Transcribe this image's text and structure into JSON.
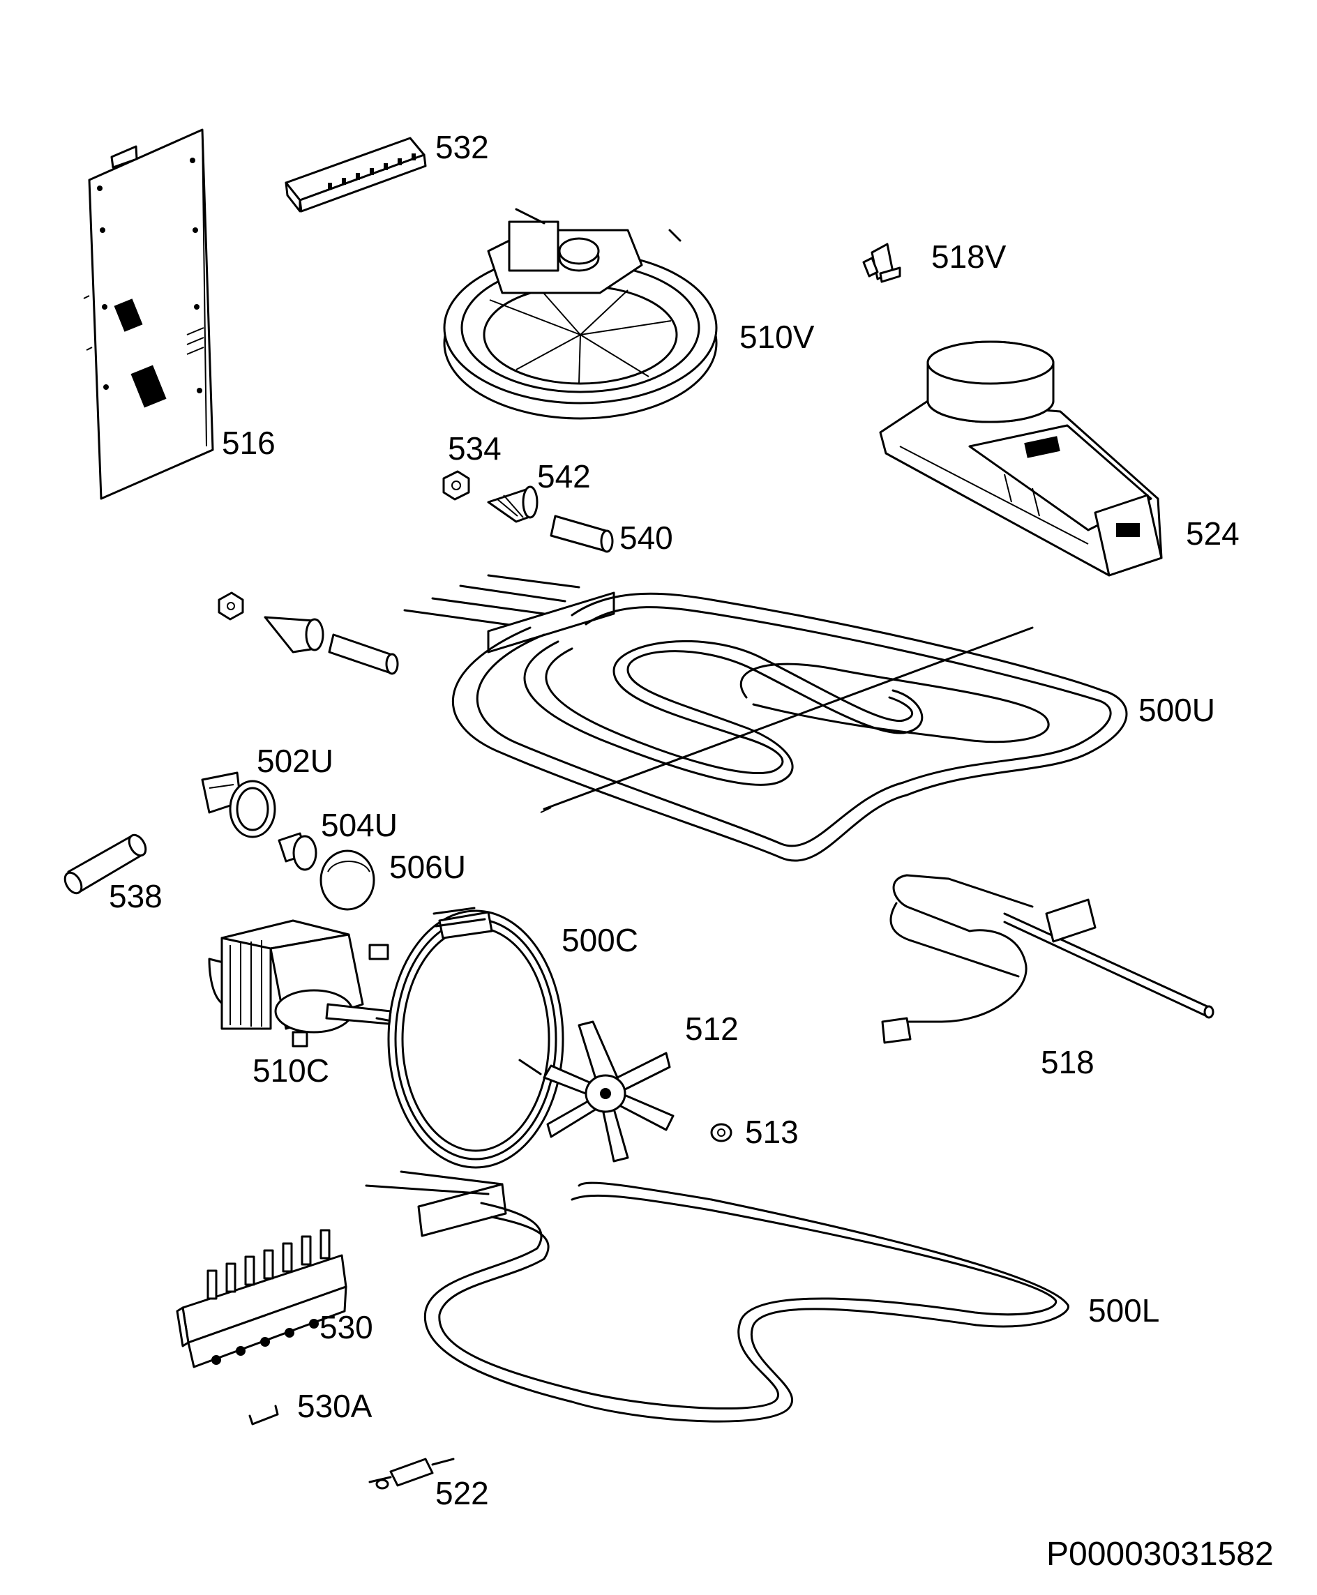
{
  "diagram": {
    "document_code": "P00003031582",
    "line_color": "#000000",
    "background": "#ffffff",
    "parts": [
      {
        "id": "516",
        "label": "516",
        "icon": "control-pcb-board"
      },
      {
        "id": "532",
        "label": "532",
        "icon": "terminal-strip"
      },
      {
        "id": "510V",
        "label": "510V",
        "icon": "cooling-fan-assembly"
      },
      {
        "id": "518V",
        "label": "518V",
        "icon": "small-bracket"
      },
      {
        "id": "524",
        "label": "524",
        "icon": "door-lock-motor"
      },
      {
        "id": "534",
        "label": "534",
        "icon": "nut"
      },
      {
        "id": "542",
        "label": "542",
        "icon": "cone-insulator"
      },
      {
        "id": "540",
        "label": "540",
        "icon": "sleeve-tube"
      },
      {
        "id": "500U",
        "label": "500U",
        "icon": "upper-grill-heating-element"
      },
      {
        "id": "502U",
        "label": "502U",
        "icon": "lamp-holder"
      },
      {
        "id": "504U",
        "label": "504U",
        "icon": "lamp-bulb"
      },
      {
        "id": "506U",
        "label": "506U",
        "icon": "lamp-cover"
      },
      {
        "id": "538",
        "label": "538",
        "icon": "insulation-roll"
      },
      {
        "id": "500C",
        "label": "500C",
        "icon": "circular-heating-element"
      },
      {
        "id": "510C",
        "label": "510C",
        "icon": "convection-fan-motor"
      },
      {
        "id": "512",
        "label": "512",
        "icon": "fan-blade"
      },
      {
        "id": "518",
        "label": "518",
        "icon": "temperature-sensor"
      },
      {
        "id": "513",
        "label": "513",
        "icon": "fan-nut"
      },
      {
        "id": "500L",
        "label": "500L",
        "icon": "lower-heating-element"
      },
      {
        "id": "530",
        "label": "530",
        "icon": "terminal-block"
      },
      {
        "id": "530A",
        "label": "530A",
        "icon": "bridge-clip"
      },
      {
        "id": "522",
        "label": "522",
        "icon": "thermal-fuse"
      }
    ]
  }
}
